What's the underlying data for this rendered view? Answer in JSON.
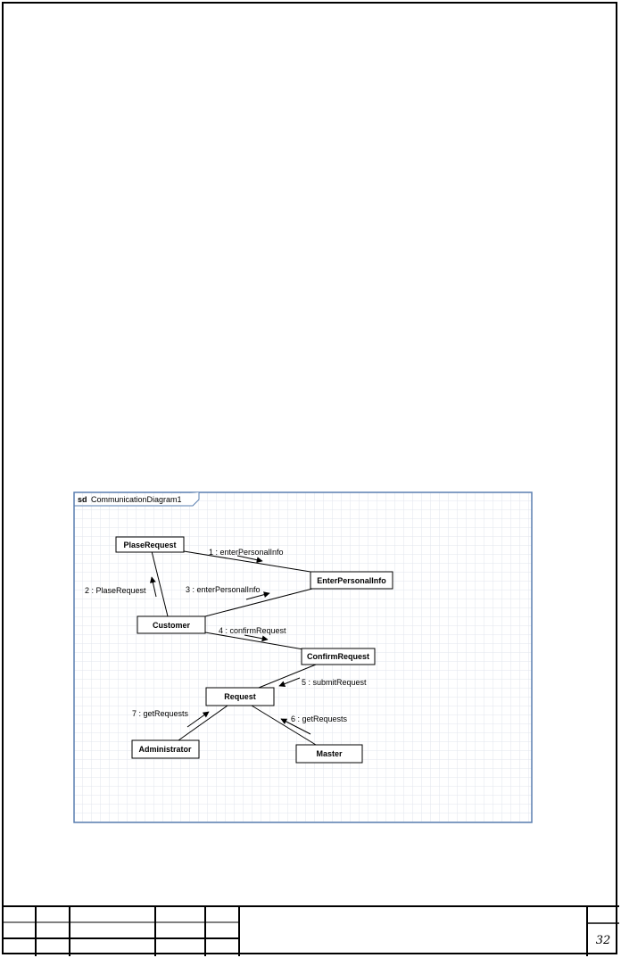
{
  "frame": {
    "keyword": "sd",
    "name": "CommunicationDiagram1"
  },
  "objects": {
    "plase_request": "PlaseRequest",
    "enter_personal_info": "EnterPersonalInfo",
    "customer": "Customer",
    "confirm_request": "ConfirmRequest",
    "request": "Request",
    "administrator": "Administrator",
    "master": "Master"
  },
  "messages": {
    "m1": "1 : enterPersonalInfo",
    "m2": "2 : PlaseRequest",
    "m3": "3 : enterPersonalInfo",
    "m4": "4 : confirmRequest",
    "m5": "5 : submitRequest",
    "m6": "6 : getRequests",
    "m7": "7 : getRequests"
  },
  "title_block": {
    "page_number": "32"
  },
  "colors": {
    "frame_border": "#5a7fb0",
    "grid": "#e2e6ec",
    "ink": "#000000"
  }
}
